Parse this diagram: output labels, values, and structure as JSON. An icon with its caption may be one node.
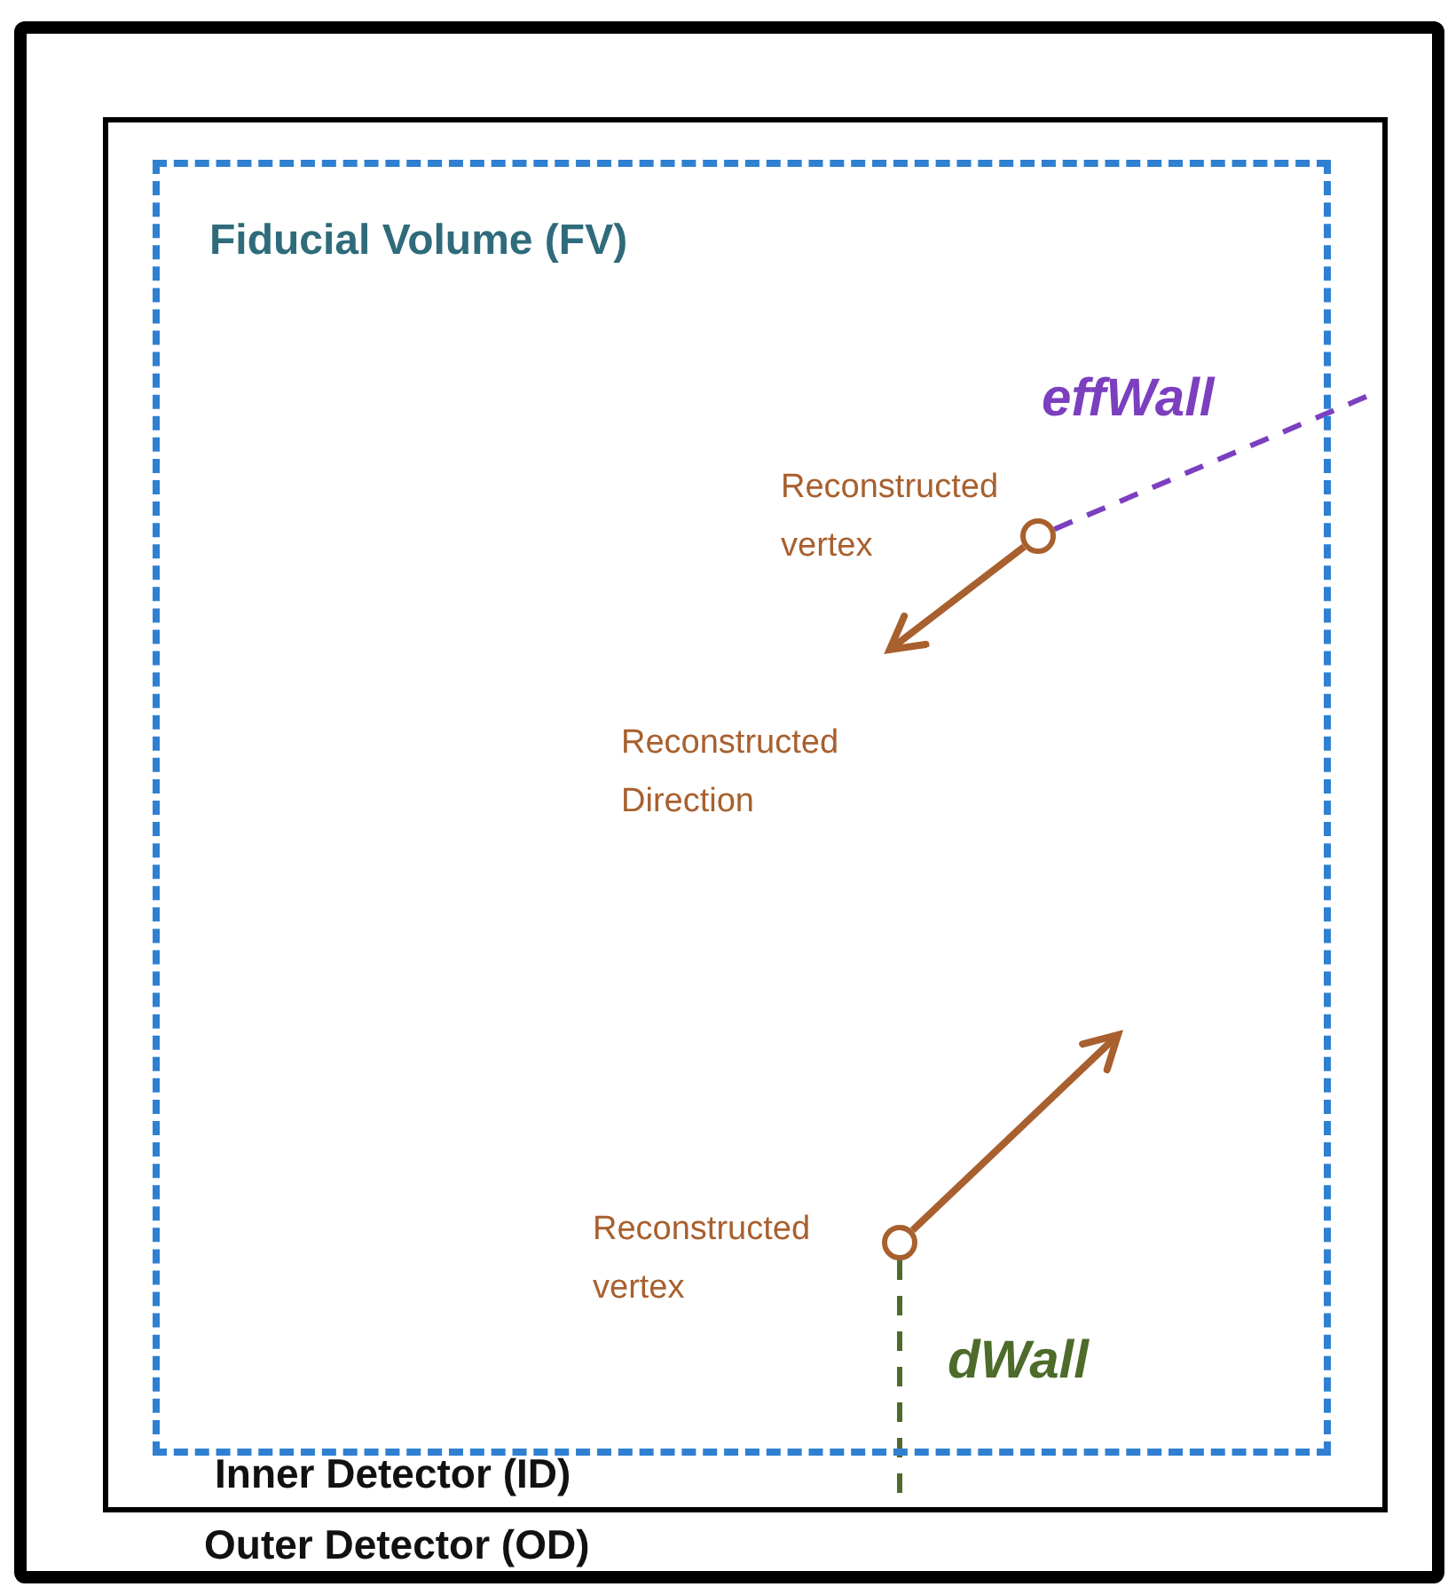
{
  "diagram": {
    "nodes": [
      {
        "text": [
          "Outer Detector (OD)"
        ]
      },
      {
        "text": [
          "Inner Detector (ID)"
        ],
        "in": 0
      },
      {
        "text": [
          "Fiducial Volume (FV)"
        ],
        "in": 1
      },
      {
        "text": [],
        "shape": "circle",
        "in": 2,
        "beside": [
          "Reconstructed vertex"
        ]
      },
      {
        "text": [
          "Reconstructed Direction"
        ],
        "in": 2
      },
      {
        "text": [],
        "shape": "circle",
        "in": 2,
        "beside": [
          "Reconstructed vertex"
        ]
      }
    ],
    "edges": [
      {
        "from": 3,
        "to": null,
        "arrow": "none",
        "label": "effWall",
        "style": "dashed",
        "color": "#7b3fbf"
      },
      {
        "from": 3,
        "to": 4,
        "arrow": "to"
      },
      {
        "from": 5,
        "to": null,
        "arrow": "to"
      },
      {
        "from": 5,
        "to": 1,
        "arrow": "none",
        "label": "dWall",
        "style": "dashed",
        "color": "#4d6b2a"
      }
    ]
  }
}
